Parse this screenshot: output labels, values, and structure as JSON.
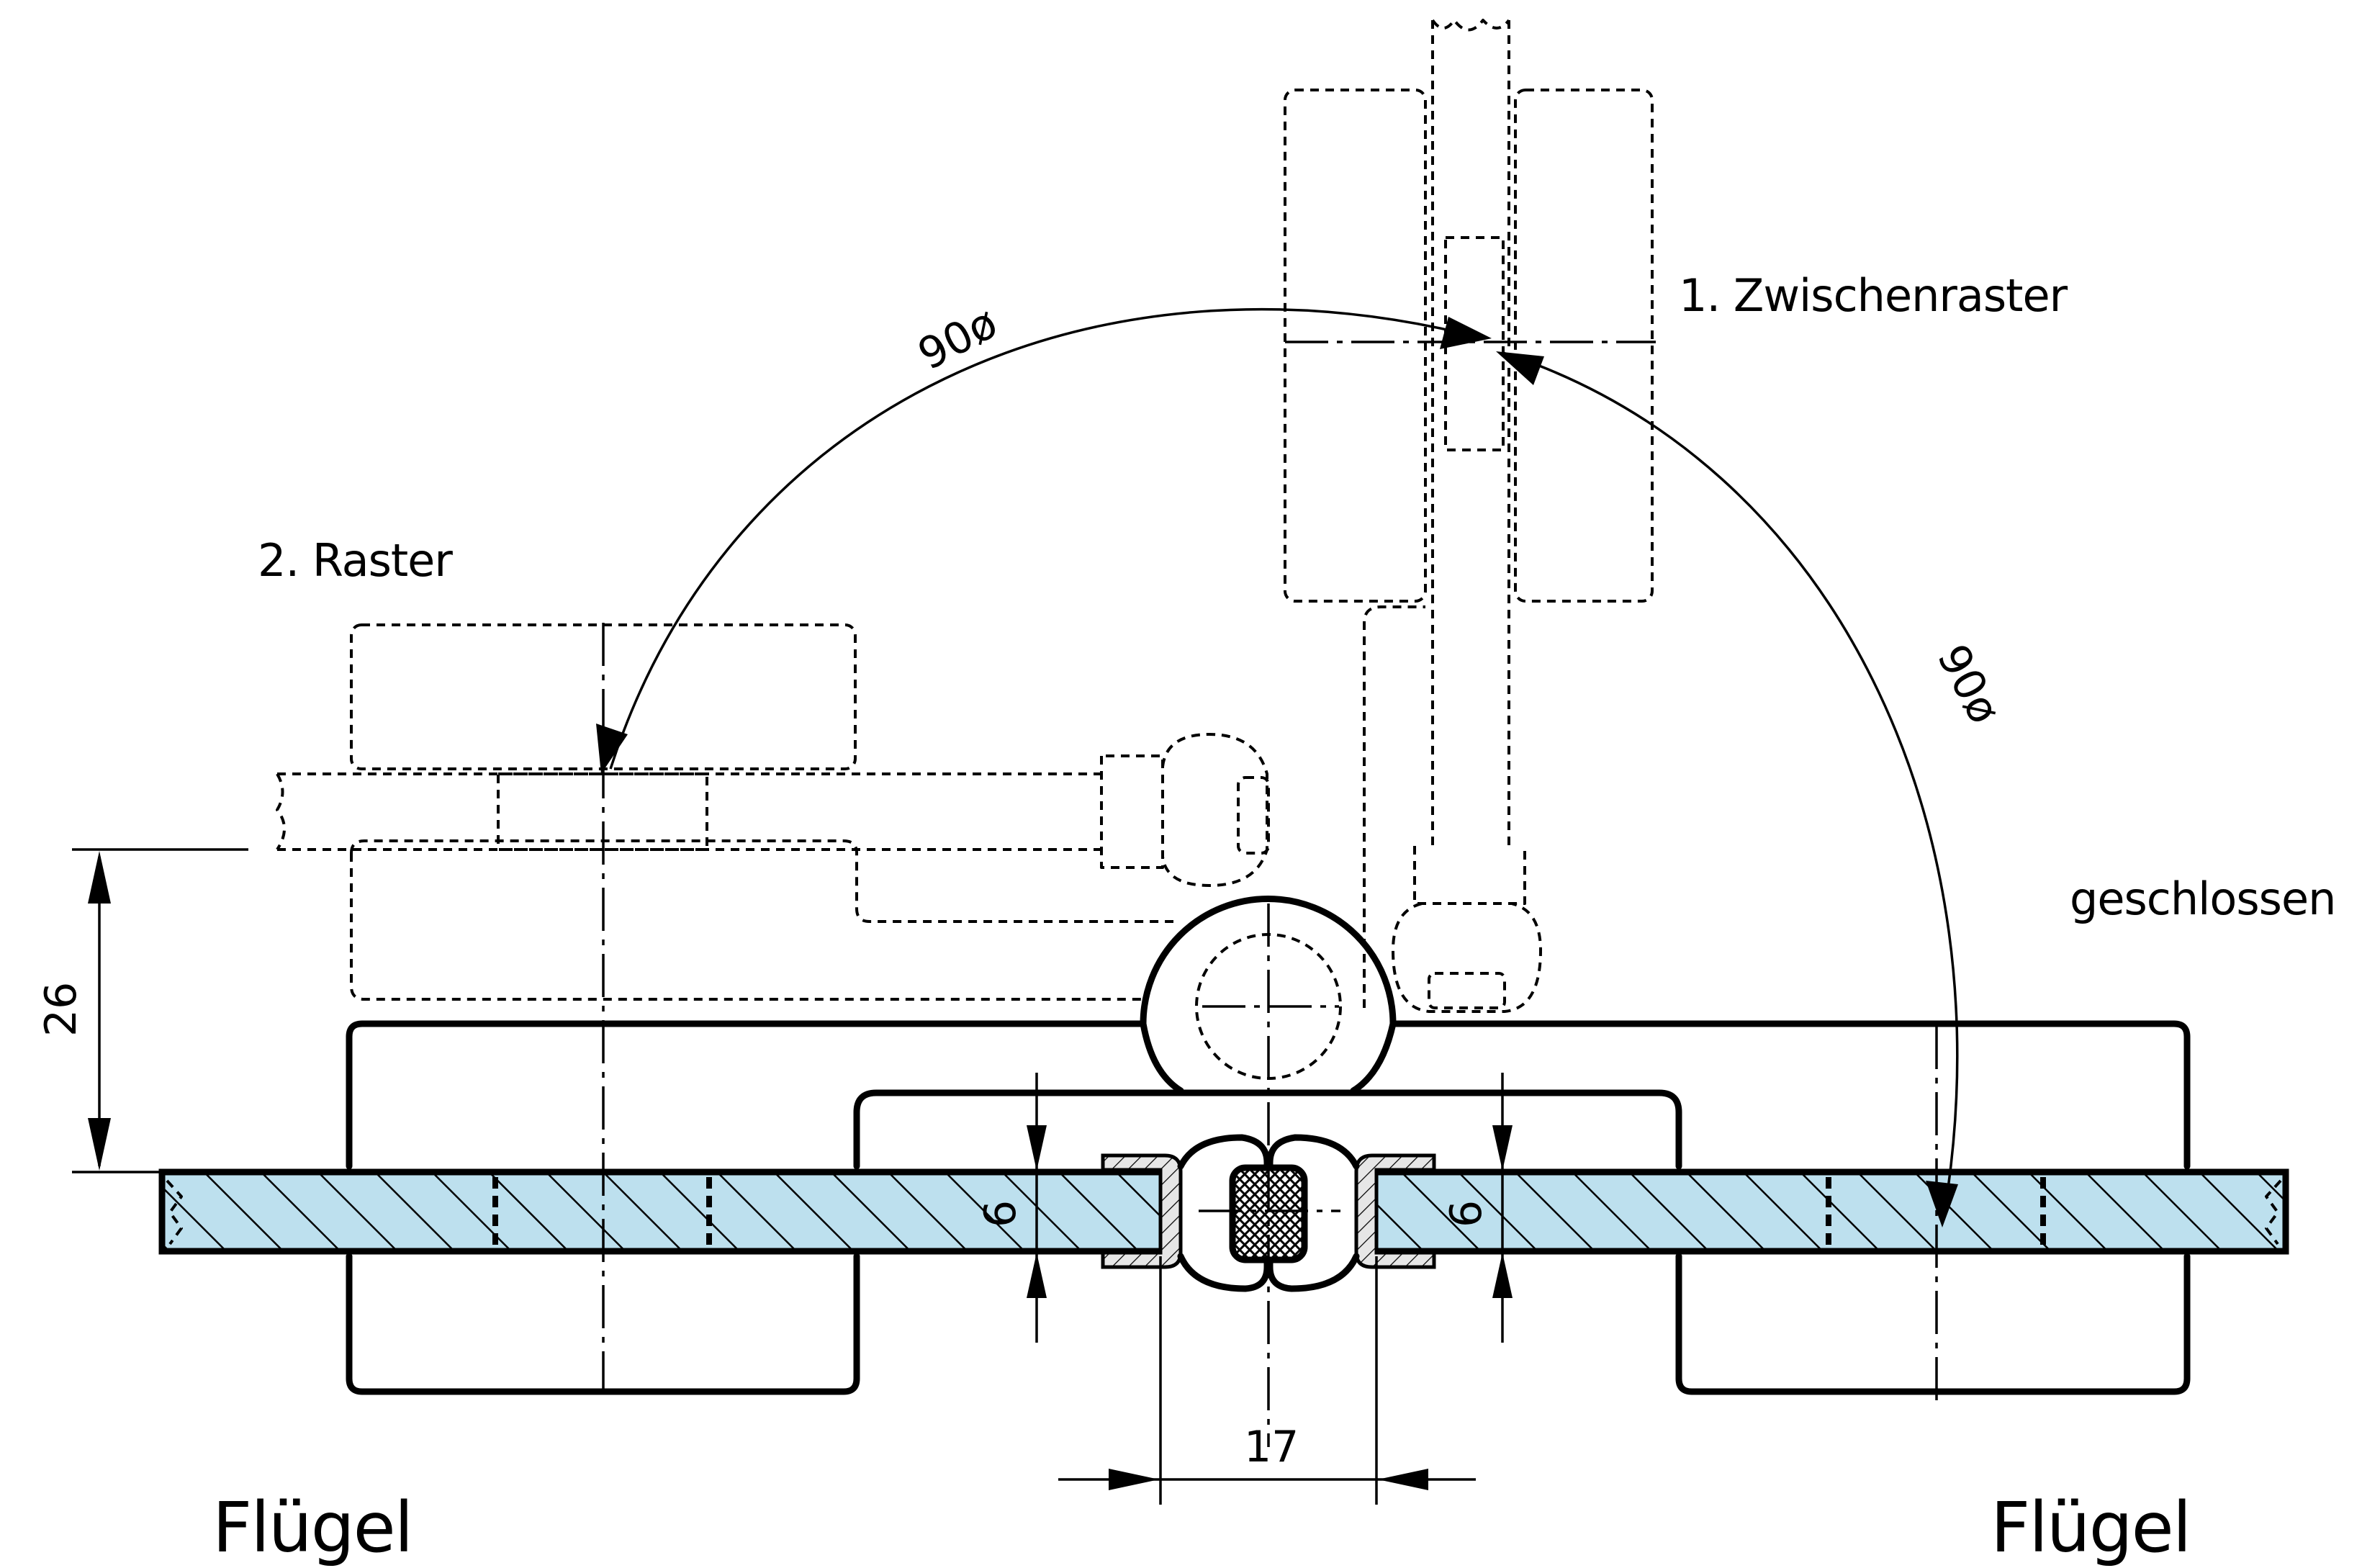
{
  "labels": {
    "intermediate_detent": "1. Zwischenraster",
    "second_detent": "2. Raster",
    "closed": "geschlossen",
    "leaf_left": "Flügel",
    "leaf_right": "Flügel"
  },
  "dimensions": {
    "angle_upper": "90ø",
    "angle_right": "90ø",
    "height": "26",
    "glass_left": "6",
    "glass_right": "6",
    "gap": "17"
  },
  "colors": {
    "glass_fill": "#bde0ee",
    "line": "#000000"
  }
}
